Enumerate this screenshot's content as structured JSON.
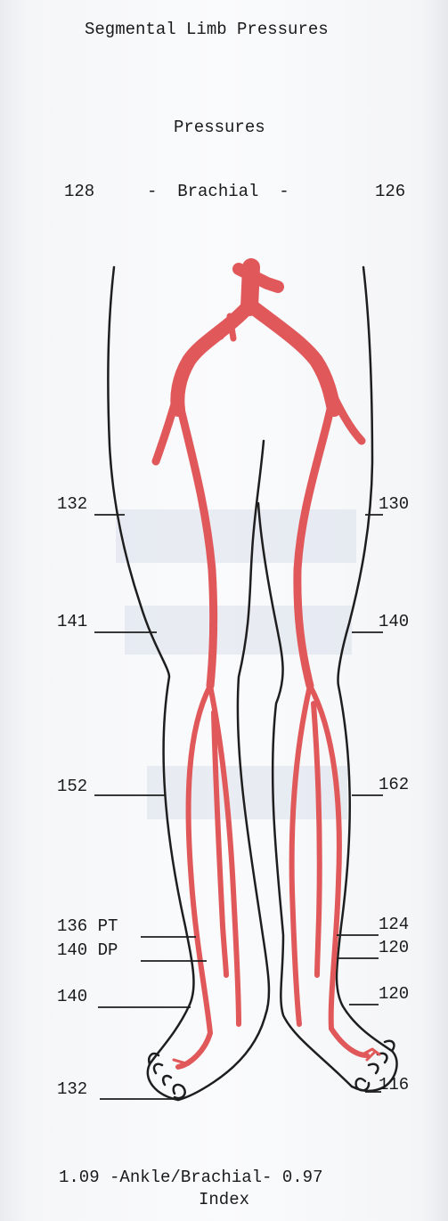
{
  "title": "Segmental Limb Pressures",
  "subtitle": "Pressures",
  "brachial": {
    "left": "128",
    "label": "-  Brachial  -",
    "right": "126"
  },
  "left_leg": {
    "high_thigh": "132",
    "above_knee": "141",
    "calf": "152",
    "pt": "136 PT",
    "dp": "140 DP",
    "ankle": "140",
    "toe": "132"
  },
  "right_leg": {
    "high_thigh": "130",
    "above_knee": "140",
    "calf": "162",
    "pt": "124",
    "dp": "120",
    "ankle": "120",
    "toe": "116"
  },
  "index": {
    "left": "1.09",
    "label": "-Ankle/Brachial-",
    "right": "0.97",
    "line2": "Index"
  },
  "colors": {
    "artery": "#e0585a",
    "outline": "#1e1e1e",
    "text": "#1a1a1a"
  }
}
